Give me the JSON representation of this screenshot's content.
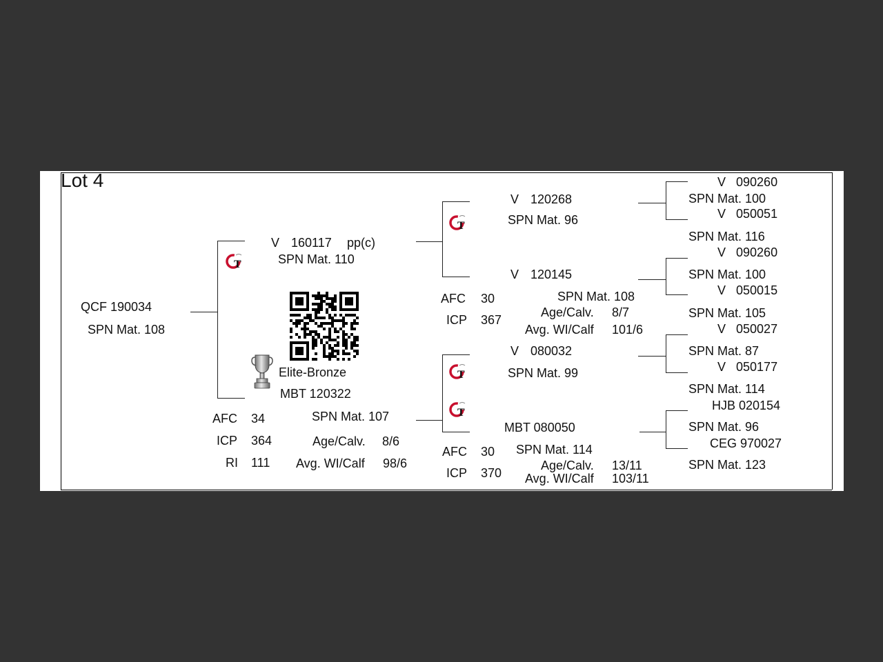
{
  "lot": "Lot 4",
  "animal": {
    "id": "QCF 190034",
    "spn": "SPN Mat. 108"
  },
  "sire": {
    "id": "V",
    "num": "160117",
    "poll": "pp(c)",
    "spn": "SPN Mat. 110",
    "afc_label": "AFC",
    "afc": "34",
    "icp_label": "ICP",
    "icp": "364",
    "ri_label": "RI",
    "ri": "111",
    "award": "Elite-Bronze"
  },
  "dam": {
    "id": "MBT 120322",
    "spn": "SPN Mat. 107",
    "age_label": "Age/Calv.",
    "age": "8/6",
    "wi_label": "Avg. WI/Calf",
    "wi": "98/6"
  },
  "ss": {
    "id": "V",
    "num": "120268",
    "spn": "SPN Mat. 96"
  },
  "sd": {
    "id": "V",
    "num": "120145",
    "spn": "SPN Mat. 108",
    "afc_label": "AFC",
    "afc": "30",
    "icp_label": "ICP",
    "icp": "367",
    "age_label": "Age/Calv.",
    "age": "8/7",
    "wi_label": "Avg. WI/Calf",
    "wi": "101/6"
  },
  "ds": {
    "id": "V",
    "num": "080032",
    "spn": "SPN Mat. 99"
  },
  "dd": {
    "id": "MBT 080050",
    "spn": "SPN Mat. 114",
    "afc_label": "AFC",
    "afc": "30",
    "icp_label": "ICP",
    "icp": "370",
    "age_label": "Age/Calv.",
    "age": "13/11",
    "wi_label": "Avg. WI/Calf",
    "wi": "103/11"
  },
  "gen3": [
    {
      "id": "V   090260",
      "spn": "SPN Mat. 100"
    },
    {
      "id": "V   050051",
      "spn": "SPN Mat. 116"
    },
    {
      "id": "V   090260",
      "spn": "SPN Mat. 100"
    },
    {
      "id": "V   050015",
      "spn": "SPN Mat. 105"
    },
    {
      "id": "V   050027",
      "spn": "SPN Mat. 87"
    },
    {
      "id": "V   050177",
      "spn": "SPN Mat. 114"
    },
    {
      "id": "HJB 020154",
      "spn": "SPN Mat. 96"
    },
    {
      "id": "CEG 970027",
      "spn": "SPN Mat. 123"
    }
  ],
  "icons": {
    "breeder": "gt-logo-icon",
    "qr": "qr-code-icon",
    "award": "trophy-icon"
  }
}
